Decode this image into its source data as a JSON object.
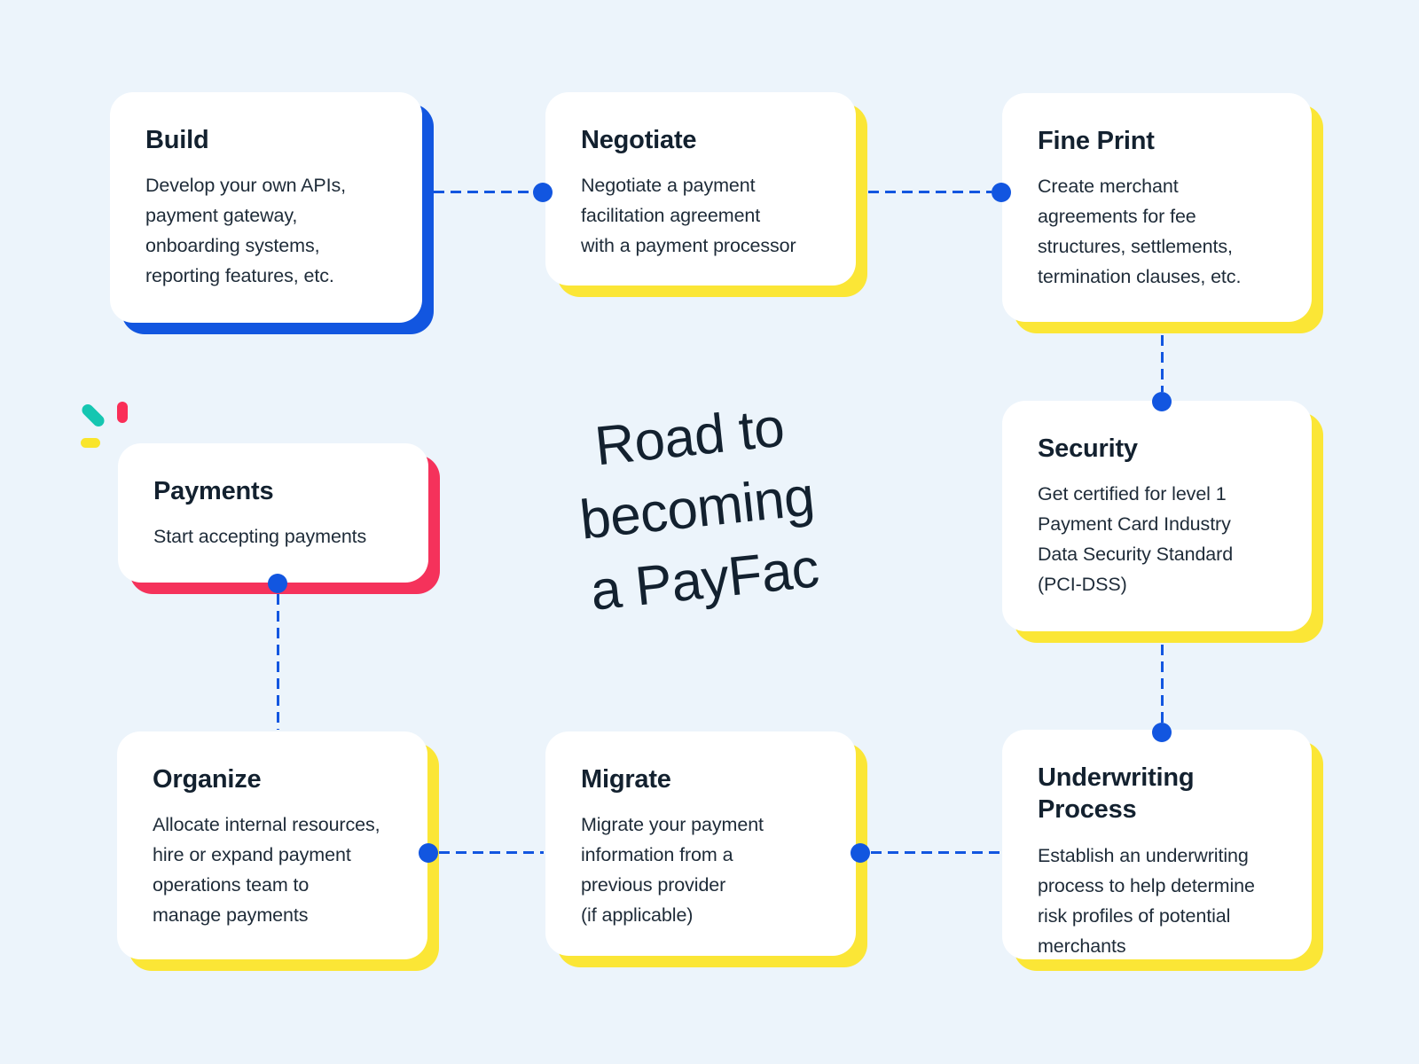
{
  "colors": {
    "bg": "#ecf4fb",
    "card": "#ffffff",
    "blue": "#1256e0",
    "yellow": "#fbe636",
    "red": "#f5325b",
    "teal": "#15c6b1",
    "title-text": "#13212f",
    "body-text": "#1e2b38"
  },
  "diagram_title": {
    "line1": "Road to",
    "line2": "becoming",
    "line3": "a PayFac"
  },
  "cards": [
    {
      "id": "build",
      "title": "Build",
      "body": "Develop your own APIs,\npayment gateway,\nonboarding systems,\nreporting features, etc.",
      "accent": "#1256e0"
    },
    {
      "id": "negotiate",
      "title": "Negotiate",
      "body": "Negotiate a payment\nfacilitation agreement\nwith a payment processor",
      "accent": "#fbe636"
    },
    {
      "id": "fine-print",
      "title": "Fine Print",
      "body": "Create merchant\nagreements for fee\nstructures, settlements,\ntermination clauses, etc.",
      "accent": "#fbe636"
    },
    {
      "id": "security",
      "title": "Security",
      "body": "Get certified for level 1\nPayment Card Industry\nData Security Standard\n(PCI-DSS)",
      "accent": "#fbe636"
    },
    {
      "id": "underwriting-process",
      "title": "Underwriting Process",
      "body": "Establish an underwriting\nprocess to help determine\nrisk profiles of potential\nmerchants",
      "accent": "#fbe636"
    },
    {
      "id": "migrate",
      "title": "Migrate",
      "body": "Migrate your payment\ninformation from a\nprevious provider\n(if applicable)",
      "accent": "#fbe636"
    },
    {
      "id": "organize",
      "title": "Organize",
      "body": "Allocate internal resources,\nhire or expand payment\noperations team to\nmanage payments",
      "accent": "#fbe636"
    },
    {
      "id": "payments",
      "title": "Payments",
      "body": "Start accepting payments",
      "accent": "#f5325b"
    }
  ],
  "flow_order": [
    "Build",
    "Negotiate",
    "Fine Print",
    "Security",
    "Underwriting Process",
    "Migrate",
    "Organize",
    "Payments"
  ]
}
